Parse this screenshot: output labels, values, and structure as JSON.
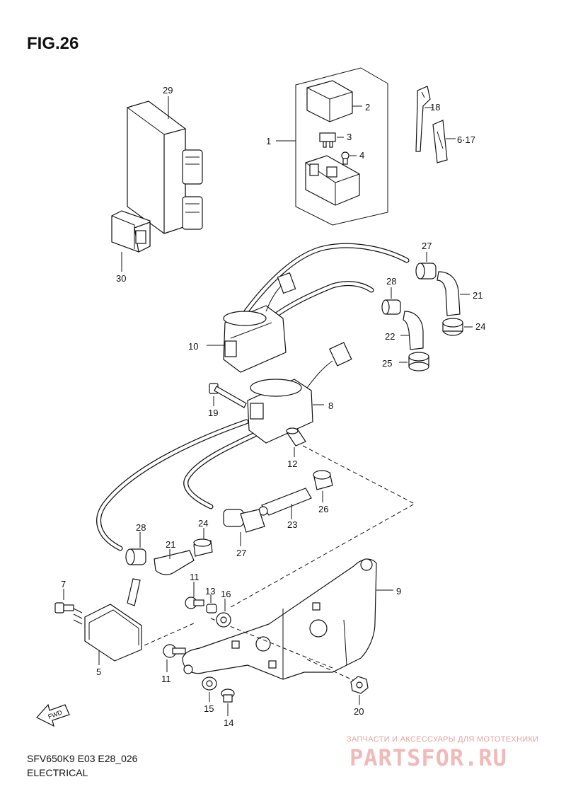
{
  "figure": {
    "title": "FIG.26",
    "model_code": "SFV650K9 E03 E28_026",
    "section": "ELECTRICAL"
  },
  "callouts": [
    "1",
    "2",
    "3",
    "4",
    "5",
    "6·17",
    "7",
    "8",
    "9",
    "10",
    "11",
    "11",
    "12",
    "13",
    "14",
    "15",
    "16",
    "18",
    "19",
    "20",
    "21",
    "21",
    "22",
    "23",
    "24",
    "24",
    "25",
    "26",
    "27",
    "27",
    "28",
    "28",
    "29",
    "30"
  ],
  "fwd_marker": "FWD",
  "watermark": {
    "tagline": "ЗАПЧАСТИ И АКСЕССУАРЫ ДЛЯ МОТОТЕХНИКИ",
    "brand": "PARTSFOR.RU"
  }
}
